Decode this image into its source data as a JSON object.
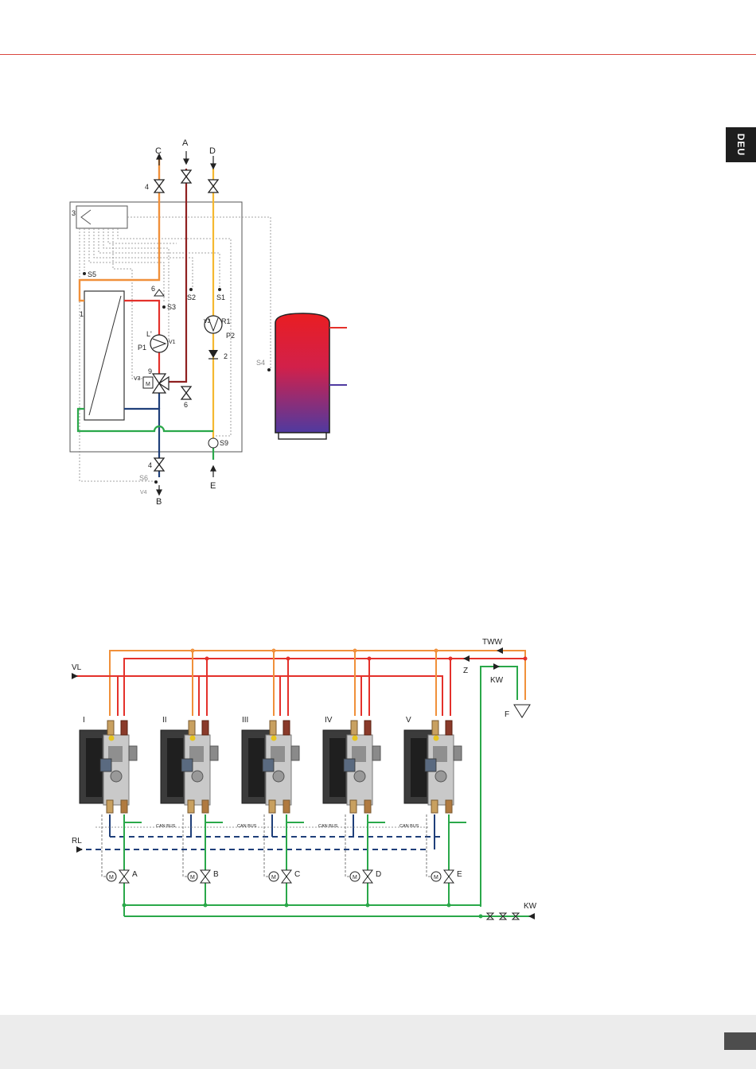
{
  "header": {
    "language_tab": "DEU"
  },
  "diagram1": {
    "top_labels": [
      "C",
      "A",
      "D"
    ],
    "bottom_labels": [
      "B",
      "E"
    ],
    "component_numbers": [
      "1",
      "2",
      "3",
      "4",
      "4",
      "6",
      "6",
      "9"
    ],
    "sensors": [
      "S1",
      "S2",
      "S3",
      "S4",
      "S5",
      "S6",
      "S9"
    ],
    "pumps": [
      "P1",
      "P2"
    ],
    "misc": [
      "L'",
      "R1",
      "V1",
      "V2",
      "V3",
      "V4",
      "M"
    ]
  },
  "diagram2": {
    "inlet_left": "VL",
    "return_left": "RL",
    "right_labels": [
      "TWW",
      "Z",
      "KW",
      "F"
    ],
    "station_numerals": [
      "I",
      "II",
      "III",
      "IV",
      "V"
    ],
    "valve_labels": [
      "A",
      "B",
      "C",
      "D",
      "E"
    ],
    "bus_label": "CAN BUS",
    "cold_water_bottom": "KW",
    "motor_label": "M"
  },
  "colors": {
    "accent_line": "#d9463f",
    "hot_red": "#e4312b",
    "hot_orange": "#f0903a",
    "cold_green": "#2aa84a",
    "return_blue": "#1f3f7a",
    "dark_red": "#8f2020",
    "yellow": "#f5b830"
  }
}
